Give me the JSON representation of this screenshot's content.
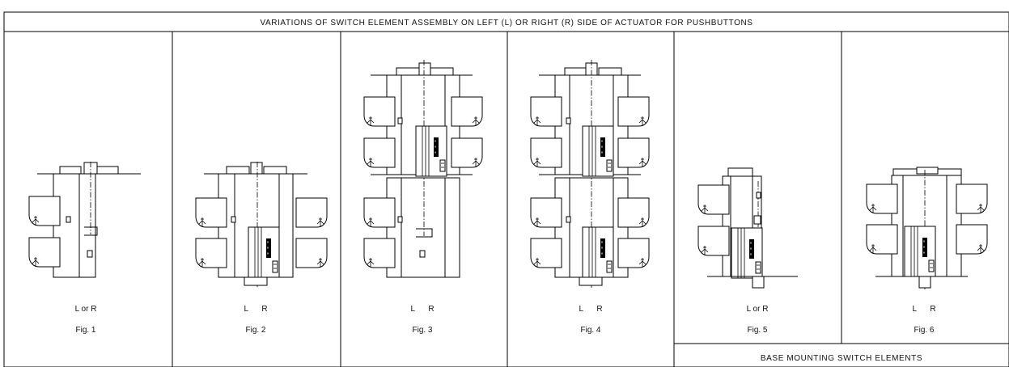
{
  "header": {
    "title": "VARIATIONS OF SWITCH ELEMENT ASSEMBLY ON LEFT (L) OR RIGHT (R) SIDE OF ACTUATOR FOR PUSHBUTTONS"
  },
  "figures": [
    {
      "side_label": "L or R",
      "fig_label": "Fig. 1"
    },
    {
      "side_label": "L      R",
      "fig_label": "Fig. 2"
    },
    {
      "side_label": "L      R",
      "fig_label": "Fig. 3"
    },
    {
      "side_label": "L      R",
      "fig_label": "Fig. 4"
    },
    {
      "side_label": "L or R",
      "fig_label": "Fig. 5"
    },
    {
      "side_label": "L      R",
      "fig_label": "Fig. 6"
    }
  ],
  "footer": {
    "base_mounting_label": "BASE MOUNTING SWITCH ELEMENTS"
  }
}
